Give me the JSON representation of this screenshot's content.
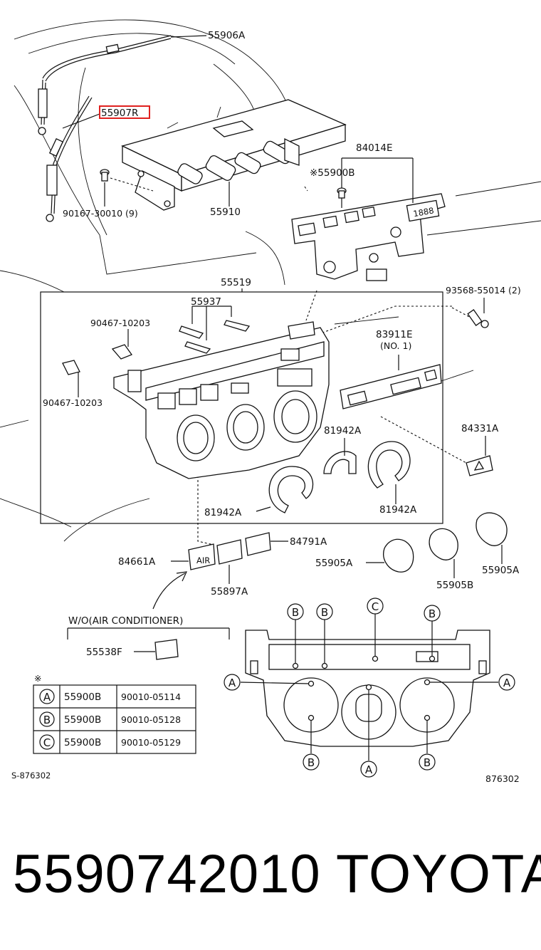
{
  "labels": {
    "cable_upper": "55906A",
    "cable_lower_highlight": "55907R",
    "control_bracket": "55910",
    "screw_bracket": "90167-30010 (9)",
    "board_assy": "84014E",
    "screw_board": "※55900B",
    "panel_group": "55519",
    "bulb_holders": "55937",
    "clip_right": "90467-10203",
    "clip_left": "90467-10203",
    "bolt_right": "93568-55014 (2)",
    "lens_plate_id": "83911E",
    "lens_plate_note": "(NO. 1)",
    "ring_center": "81942A",
    "ring_right": "81942A",
    "ring_left": "81942A",
    "switch_hazard": "84331A",
    "switch_air": "84661A",
    "switch_rear": "84791A",
    "switch_pack": "55897A",
    "knob_left": "55905A",
    "knob_middle": "55905B",
    "knob_right": "55905A",
    "wo_ac_title": "W/O(AIR CONDITIONER)",
    "wo_ac_part": "55538F",
    "code_left": "S-876302",
    "code_right": "876302"
  },
  "screw_table": {
    "marker": "※",
    "rows": [
      {
        "key": "A",
        "part": "55900B",
        "number": "90010-05114"
      },
      {
        "key": "B",
        "part": "55900B",
        "number": "90010-05128"
      },
      {
        "key": "C",
        "part": "55900B",
        "number": "90010-05129"
      }
    ]
  },
  "screw_layout_markers": {
    "top_1": "B",
    "top_2": "B",
    "top_3": "C",
    "top_4": "B",
    "side_left": "A",
    "side_right": "A",
    "bottom_1": "B",
    "bottom_2": "A",
    "bottom_3": "B"
  },
  "switch_text": {
    "air_switch": "AIR"
  },
  "footer": {
    "part_number": "5590742010",
    "brand": "TOYOTA"
  }
}
